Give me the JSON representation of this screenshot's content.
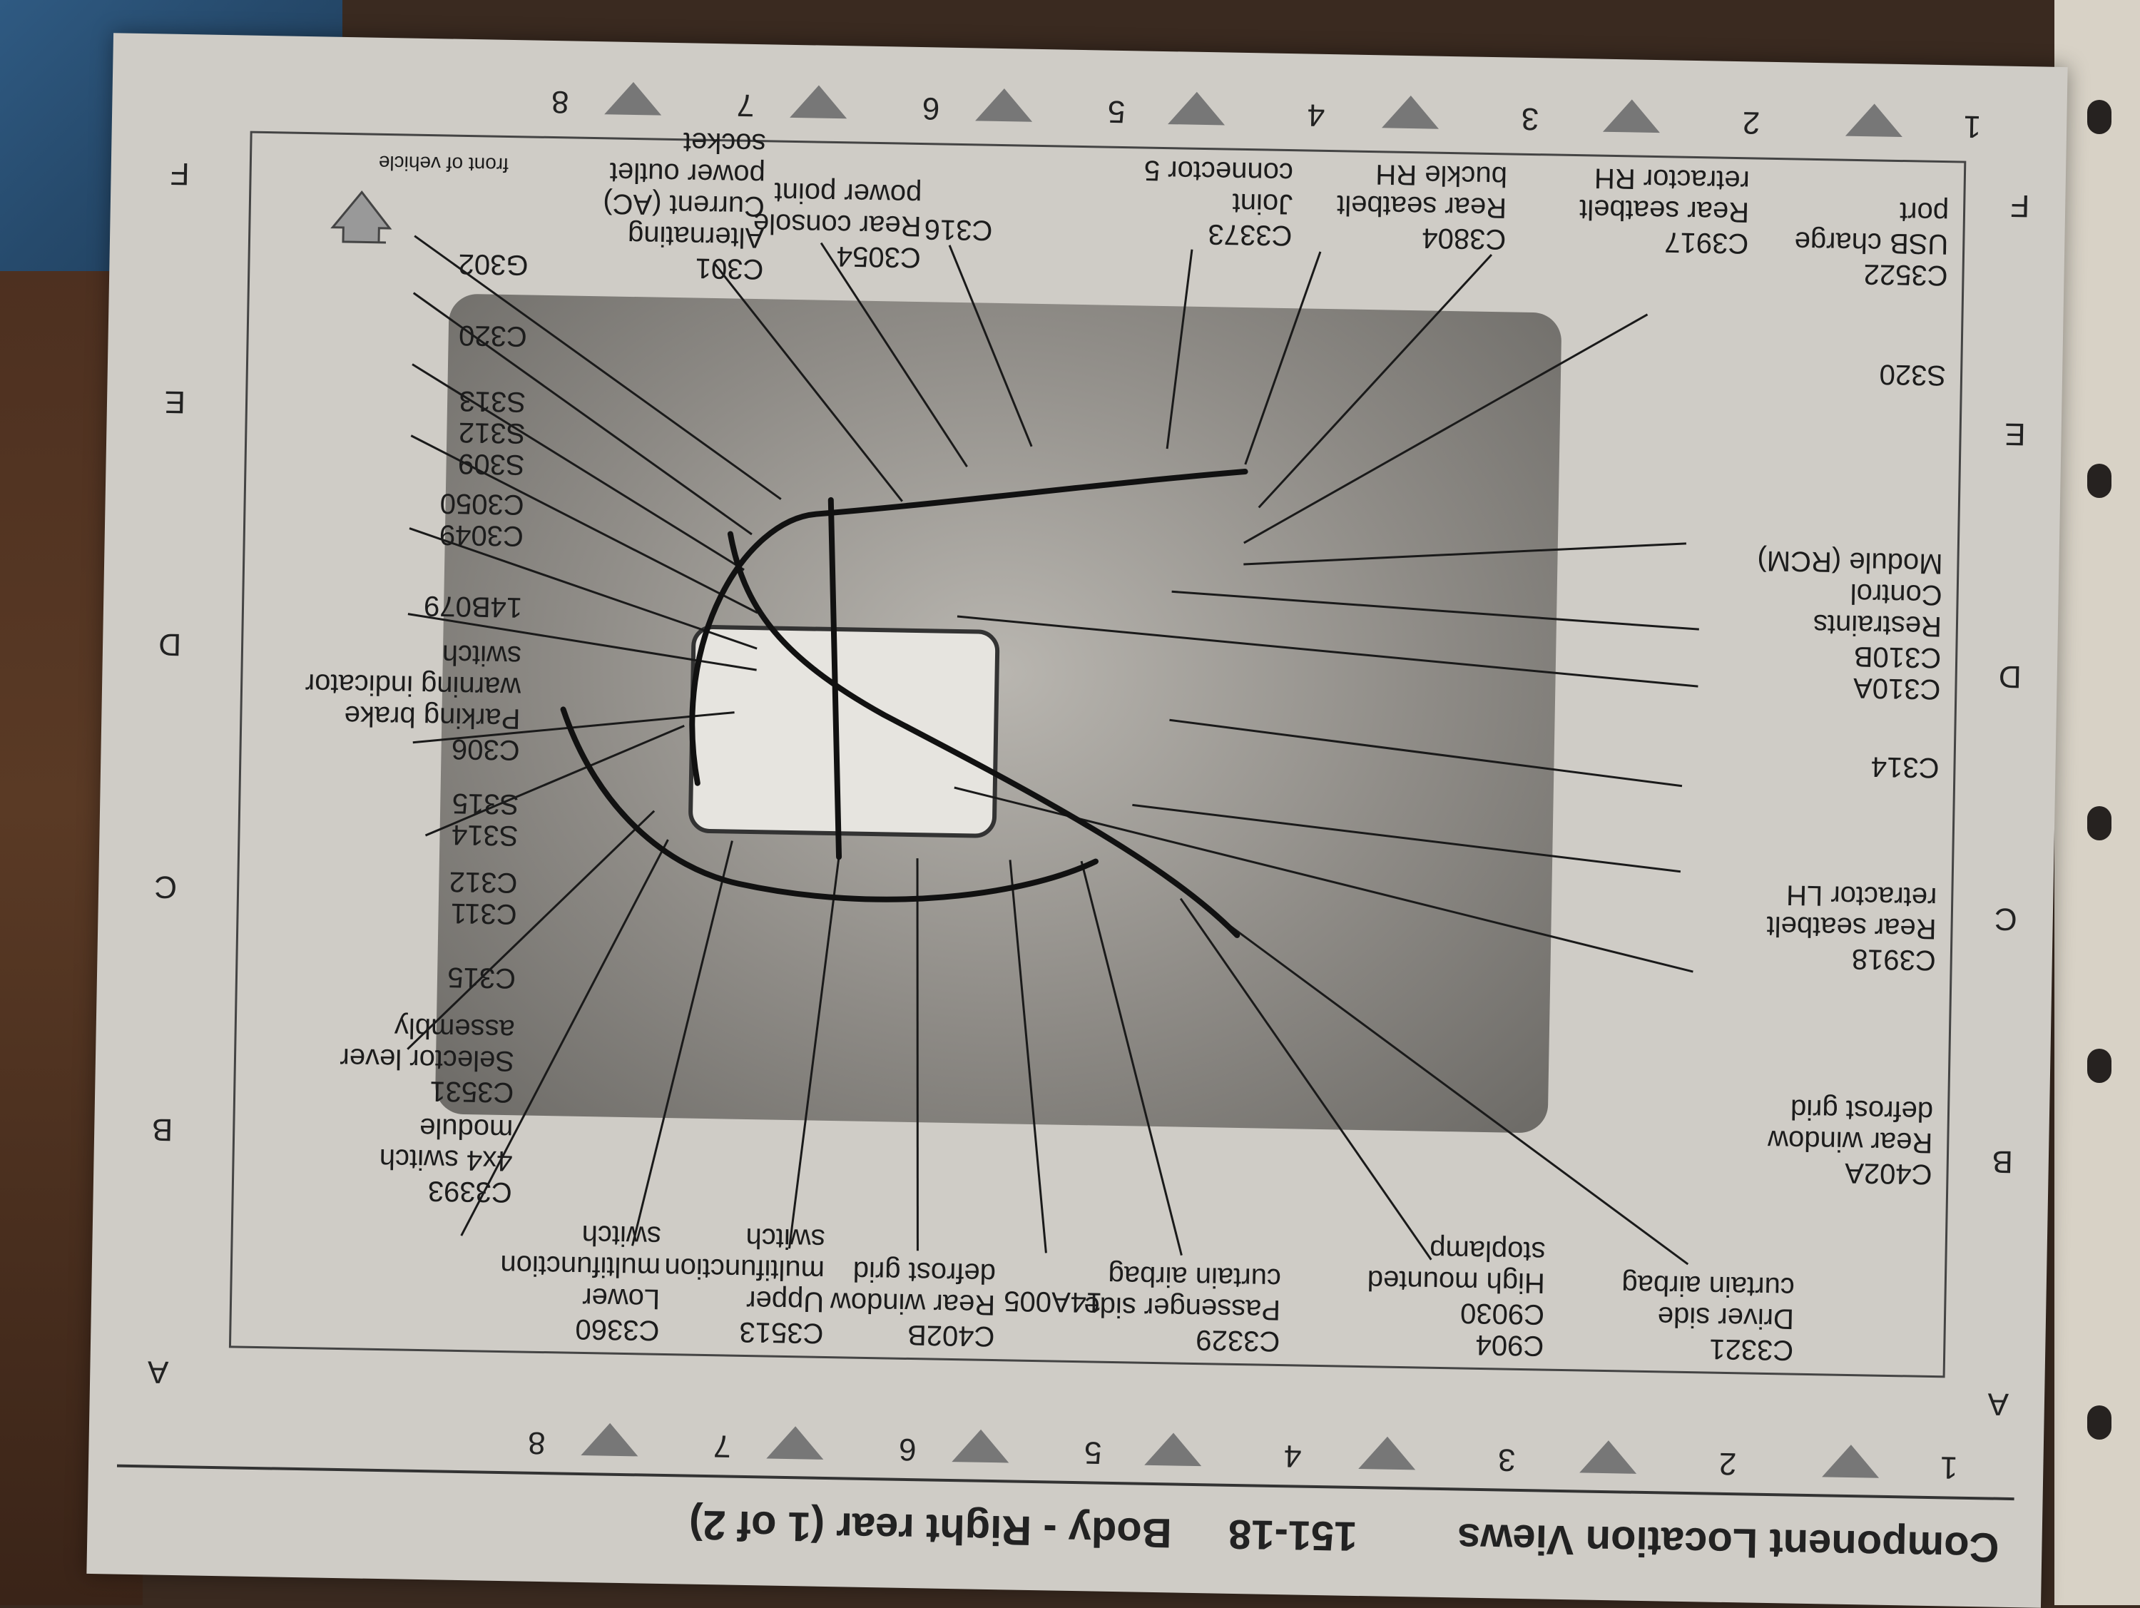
{
  "header": {
    "section": "Body - Right rear (1 of 2)",
    "title": "Component Location Views",
    "page_number": "151-18"
  },
  "grid": {
    "numbers": [
      "1",
      "2",
      "3",
      "4",
      "5",
      "6",
      "7",
      "8"
    ],
    "letters": [
      "A",
      "B",
      "C",
      "D",
      "E",
      "F"
    ]
  },
  "orientation_note": "front of vehicle",
  "callouts": [
    {
      "id": "c3321",
      "text": "C3321\nDriver side\ncurtain airbag"
    },
    {
      "id": "c904",
      "text": "C904\nC9030\nHigh mounted\nstoplamp"
    },
    {
      "id": "c3329",
      "text": "C3329\nPassenger side\ncurtain airbag"
    },
    {
      "id": "14a005",
      "text": "14A005"
    },
    {
      "id": "c402b",
      "text": "C402B\nRear window\ndefrost grid"
    },
    {
      "id": "c3513",
      "text": "C3513\nUpper\nmultifunction\nswitch"
    },
    {
      "id": "c3360",
      "text": "C3360\nLower\nmultifunction\nswitch"
    },
    {
      "id": "c402a",
      "text": "C402A\nRear window\ndefrost grid"
    },
    {
      "id": "c3393",
      "text": "C3393\n4x4 switch\nmodule"
    },
    {
      "id": "c3531",
      "text": "C3531\nSelector lever\nassembly"
    },
    {
      "id": "c315",
      "text": "C315"
    },
    {
      "id": "c3918",
      "text": "C3918\nRear seatbelt\nretractor LH"
    },
    {
      "id": "c311",
      "text": "C311\nC312"
    },
    {
      "id": "s314",
      "text": "S314\nS315"
    },
    {
      "id": "c306",
      "text": "C306\nParking brake\nwarning indicator\nswitch"
    },
    {
      "id": "c314",
      "text": "C314"
    },
    {
      "id": "14b079",
      "text": "14B079"
    },
    {
      "id": "c310a",
      "text": "C310A\nC310B\nRestraints\nControl\nModule (RCM)"
    },
    {
      "id": "c3049",
      "text": "C3049\nC3050"
    },
    {
      "id": "s309",
      "text": "S309\nS312\nS313"
    },
    {
      "id": "s320",
      "text": "S320"
    },
    {
      "id": "c320",
      "text": "C320"
    },
    {
      "id": "g302",
      "text": "G302"
    },
    {
      "id": "c301",
      "text": "C301\nAlternating\nCurrent (AC)\npower outlet\nsocket"
    },
    {
      "id": "c3054",
      "text": "C3054\nRear console\npower point"
    },
    {
      "id": "c316",
      "text": "C316"
    },
    {
      "id": "c3522",
      "text": "C3522\nUSB charge\nport"
    },
    {
      "id": "c3917",
      "text": "C3917\nRear seatbelt\nretractor RH"
    },
    {
      "id": "c3804",
      "text": "C3804\nRear seatbelt\nbuckle RH"
    },
    {
      "id": "c3373",
      "text": "C3373\nJoint\nconnector 5"
    }
  ]
}
